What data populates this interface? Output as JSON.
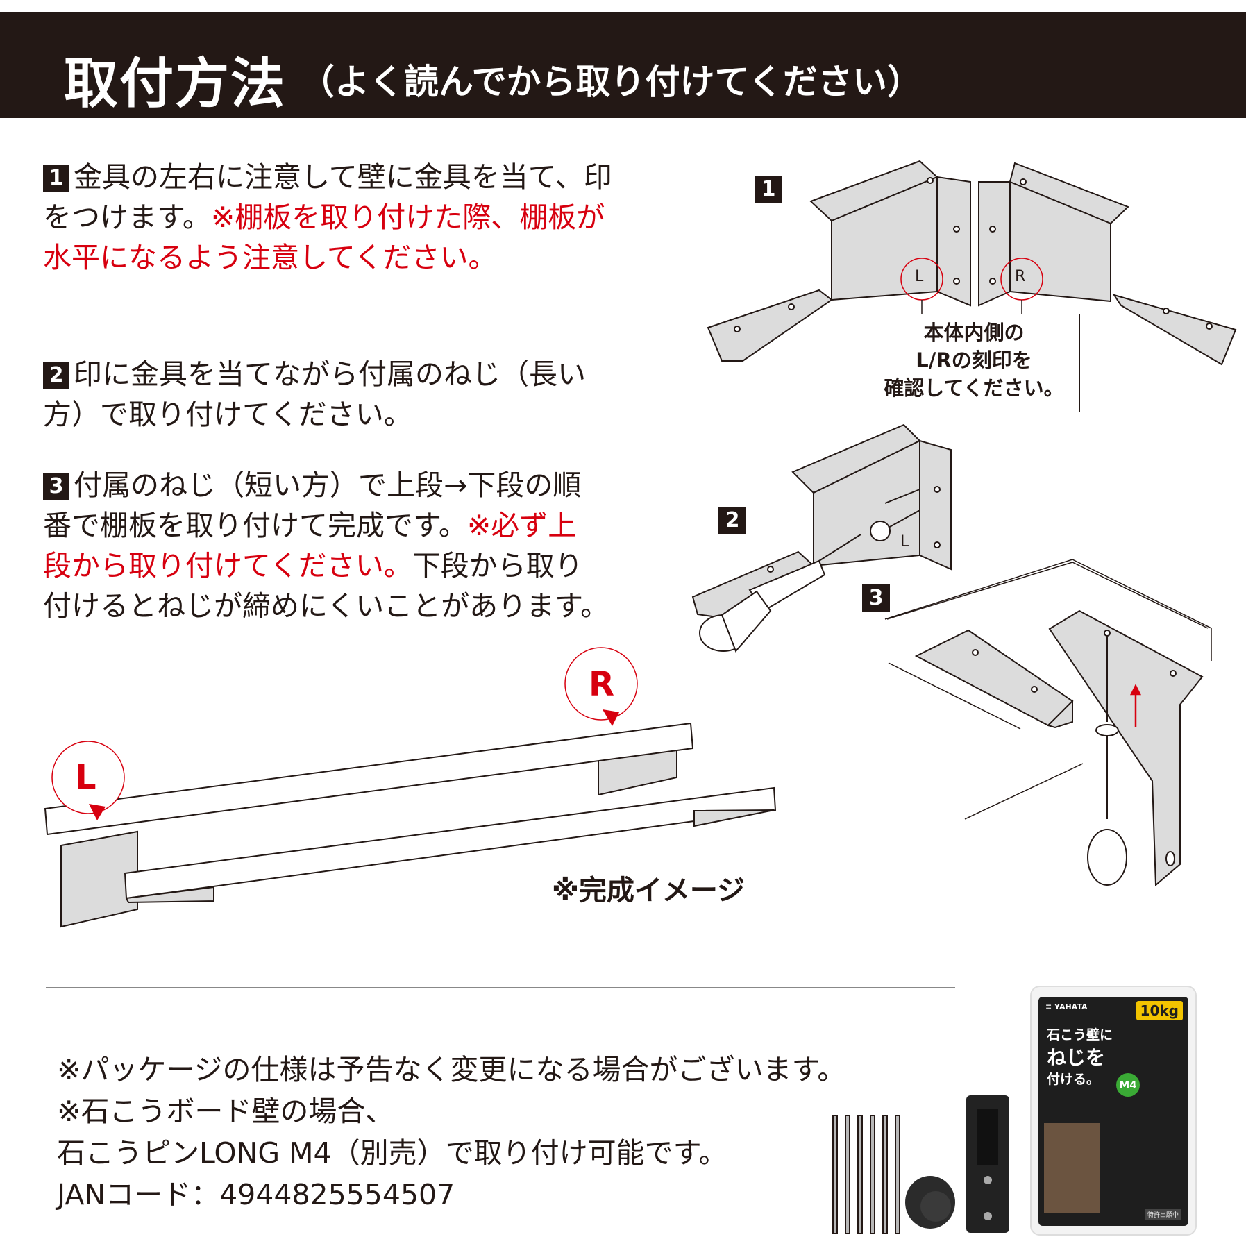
{
  "header": {
    "title": "取付方法",
    "subtitle": "（よく読んでから取り付けてください）"
  },
  "steps": [
    {
      "number": "1",
      "line1": "金具の左右に注意して壁に金具を当て、印",
      "line2_black": "をつけます。",
      "line2_red": "※棚板を取り付けた際、棚板が",
      "line3_red": "水平になるよう注意してください。"
    },
    {
      "number": "2",
      "line1": "印に金具を当てながら付属のねじ（長い",
      "line2": "方）で取り付けてください。"
    },
    {
      "number": "3",
      "line1": "付属のねじ（短い方）で上段→下段の順",
      "line2_black": "番で棚板を取り付けて完成です。",
      "line2_red": "※必ず上",
      "line3_red": "段から取り付けてください。",
      "line3_black": "下段から取り",
      "line4": "付けるとねじが締めにくいことがあります。"
    }
  ],
  "figures": {
    "fig1_badge": "1",
    "fig2_badge": "2",
    "fig3_badge": "3",
    "left_mark": "L",
    "right_mark": "R",
    "fig2_mark": "L",
    "callout_lines": [
      "本体内側の",
      "L/Rの刻印を",
      "確認してください。"
    ]
  },
  "completed": {
    "left_pin": "L",
    "right_pin": "R",
    "caption": "※完成イメージ"
  },
  "notes": [
    "※パッケージの仕様は予告なく変更になる場合がございます。",
    "※石こうボード壁の場合、",
    "石こうピンLONG M4（別売）で取り付け可能です。",
    "JANコード：4944825554507"
  ],
  "package": {
    "brand": "≡ YAHATA",
    "load": "10kg",
    "title_lines": [
      "石こう壁に",
      "ねじを",
      "付ける。"
    ],
    "size_label": "M4",
    "patent": "特許出願中"
  },
  "colors": {
    "header_bg": "#231815",
    "text": "#231815",
    "accent_red": "#d7000f",
    "metal": "#dcdcdc"
  }
}
